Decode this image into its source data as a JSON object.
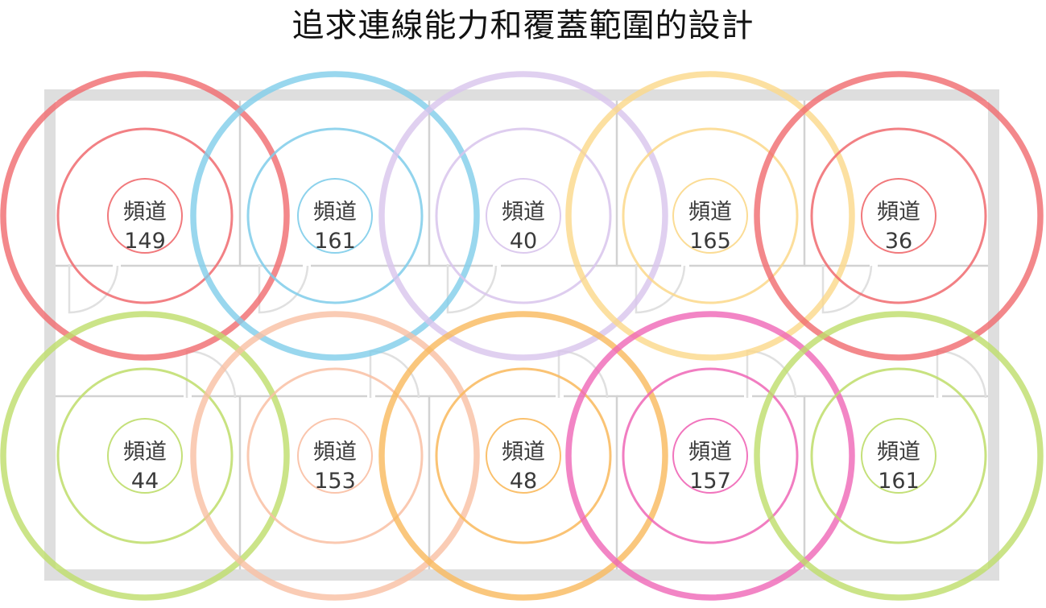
{
  "title": "追求連線能力和覆蓋範圍的設計",
  "access_points": [
    {
      "label": "頻道",
      "channel": "149",
      "color": "#f06a6e"
    },
    {
      "label": "頻道",
      "channel": "161",
      "color": "#7fcdea"
    },
    {
      "label": "頻道",
      "channel": "40",
      "color": "#d8c4ec"
    },
    {
      "label": "頻道",
      "channel": "165",
      "color": "#fbd88a"
    },
    {
      "label": "頻道",
      "channel": "36",
      "color": "#f06a6e"
    },
    {
      "label": "頻道",
      "channel": "44",
      "color": "#bedd6a"
    },
    {
      "label": "頻道",
      "channel": "153",
      "color": "#f9bfa3"
    },
    {
      "label": "頻道",
      "channel": "48",
      "color": "#f9b95c"
    },
    {
      "label": "頻道",
      "channel": "157",
      "color": "#ef66b6"
    },
    {
      "label": "頻道",
      "channel": "161",
      "color": "#bedd6a"
    }
  ]
}
